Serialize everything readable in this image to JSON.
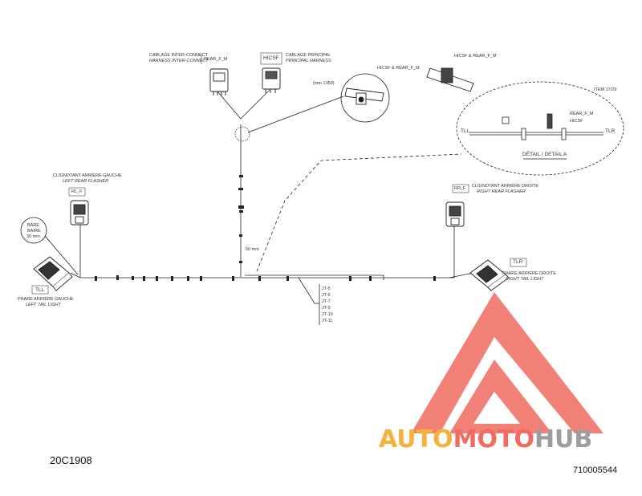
{
  "diagram": {
    "figure_code": "20C1908",
    "part_number": "710005544",
    "labels": {
      "harness_inter_connect_fr": "CABLAGE INTER-CONNECT",
      "harness_inter_connect_en": "HARNESS INTER-CONNECT",
      "rear_f_m": "REAR_F_M",
      "hicsf": "HICSF",
      "main_harness_fr": "CABLAGE PRINCIPAL",
      "main_harness_en": "PRINCIPAL HARNESS",
      "hicsf_rear_f_m_top": "HICSF & REAR_F_M",
      "hicsf_rear_f_m_mid": "HICSF & REAR_F_M",
      "dim_1350": "(mm 1350)",
      "item_ref": "ITEM 17/29",
      "detail_rear_f_m": "REAR_F_M",
      "detail_hicsf": "HICSF",
      "detail_tll": "TLL",
      "detail_tlr": "TLR",
      "detail_title": "DÉTAIL / DETAIL A",
      "left_flasher_fr": "CLIGNOTANT ARRIÈRE GAUCHE",
      "left_flasher_en": "LEFT REAR FLASHER",
      "rl_f": "RL_F",
      "right_flasher_fr": "CLIGNOTANT ARRIÈRE DROITE",
      "right_flasher_en": "RIGHT REAR FLASHER",
      "rr_f": "RR_F",
      "bare_1": "BARE",
      "bare_2": "BAIRE",
      "bare_3": "30 mm",
      "tll": "TLL",
      "left_tail_fr": "PHARE ARRIÈRE GAUCHE",
      "left_tail_en": "LEFT TAIL LIGHT",
      "tlr": "TLR",
      "right_tail_fr": "PHARE ARRIÈRE DROITE",
      "right_tail_en": "RIGHT TAIL LIGHT",
      "dim_50mm": "50 mm",
      "ties": [
        "JT-5",
        "JT-6",
        "JT-7",
        "JT-9",
        "JT-10",
        "JT-11"
      ]
    }
  },
  "watermark": {
    "brand_part1": "AUTO",
    "brand_part2": "MOTO",
    "brand_part3": "HUB",
    "color_red": "#ef6c5f",
    "color_orange": "#f6b13c",
    "color_gray": "#9d9d9d"
  }
}
